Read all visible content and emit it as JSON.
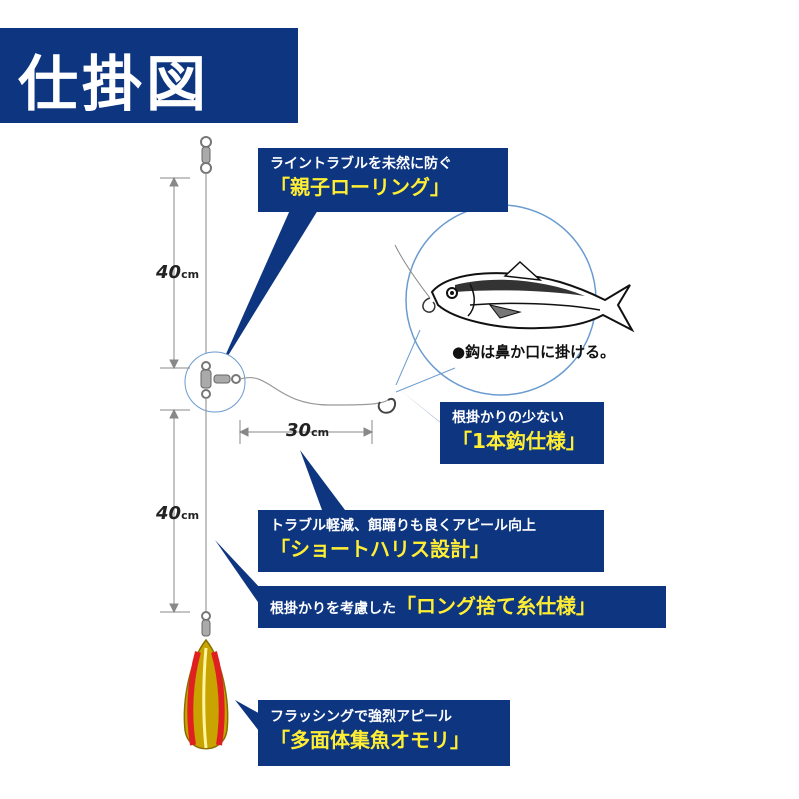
{
  "title": "仕掛図",
  "callouts": {
    "swivel": {
      "sub": "ライントラブルを未然に防ぐ",
      "main": "「親子ローリング」"
    },
    "hook": {
      "sub": "根掛かりの少ない",
      "main": "「1本鈎仕様」"
    },
    "harisu": {
      "sub": "トラブル軽減、餌踊りも良くアピール向上",
      "main": "「ショートハリス設計」"
    },
    "sute": {
      "sub": "根掛かりを考慮した",
      "main": "「ロング捨て糸仕様」"
    },
    "omori": {
      "sub": "フラッシングで強烈アピール",
      "main": "「多面体集魚オモリ」"
    }
  },
  "dimensions": {
    "upper": {
      "value": "40",
      "unit": "cm"
    },
    "lower": {
      "value": "40",
      "unit": "cm"
    },
    "branch": {
      "value": "30",
      "unit": "cm"
    }
  },
  "note": "●鈎は鼻か口に掛ける。",
  "colors": {
    "navy": "#0d3580",
    "yellow_text": "#ffee33",
    "sinker_gold": "#c9a400",
    "sinker_red": "#e02020",
    "callout_pointer": "#0d3580"
  }
}
